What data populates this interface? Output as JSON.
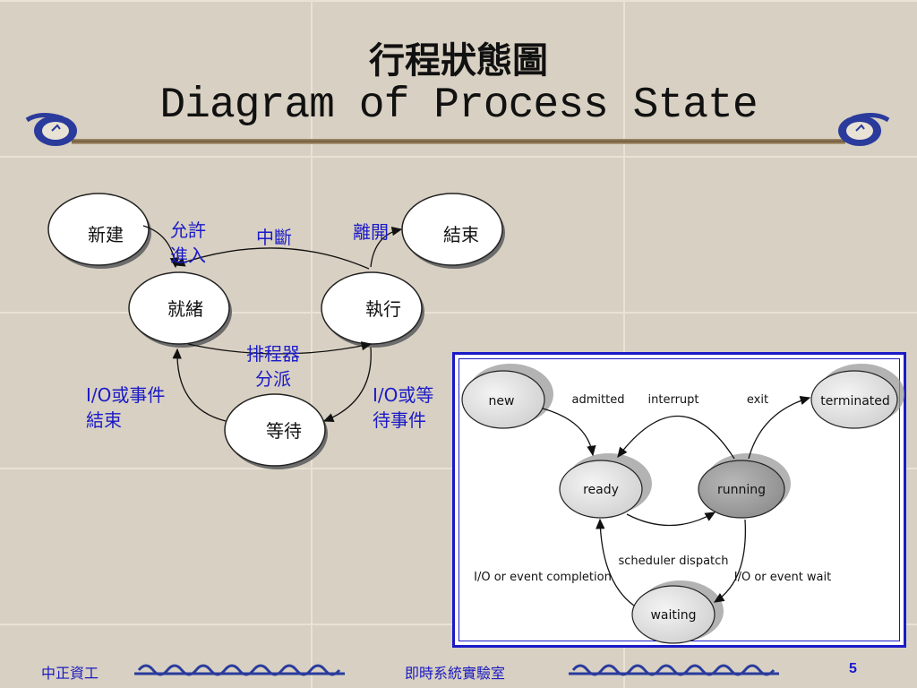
{
  "title": {
    "cn": "行程狀態圖",
    "en": "Diagram of Process State"
  },
  "cn_diagram": {
    "states": {
      "new": "新建",
      "end": "結束",
      "ready": "就緒",
      "run": "執行",
      "wait": "等待"
    },
    "labels": {
      "admit_line1": "允許",
      "admit_line2": "進入",
      "interrupt": "中斷",
      "exit": "離開",
      "dispatch_line1": "排程器",
      "dispatch_line2": "分派",
      "io_done_line1": "I/O或事件",
      "io_done_line2": "結束",
      "io_wait_line1": "I/O或等",
      "io_wait_line2": "待事件"
    }
  },
  "en_diagram": {
    "states": {
      "new": "new",
      "terminated": "terminated",
      "ready": "ready",
      "running": "running",
      "waiting": "waiting"
    },
    "labels": {
      "admitted": "admitted",
      "interrupt": "interrupt",
      "exit": "exit",
      "scheduler_dispatch": "scheduler dispatch",
      "io_completion": "I/O or event completion",
      "io_wait": "I/O or event wait"
    }
  },
  "footer": {
    "left": "中正資工",
    "middle": "即時系統實驗室",
    "page": "5"
  },
  "colors": {
    "accent_blue": "#1a1ac8",
    "text_dark": "#111111"
  }
}
